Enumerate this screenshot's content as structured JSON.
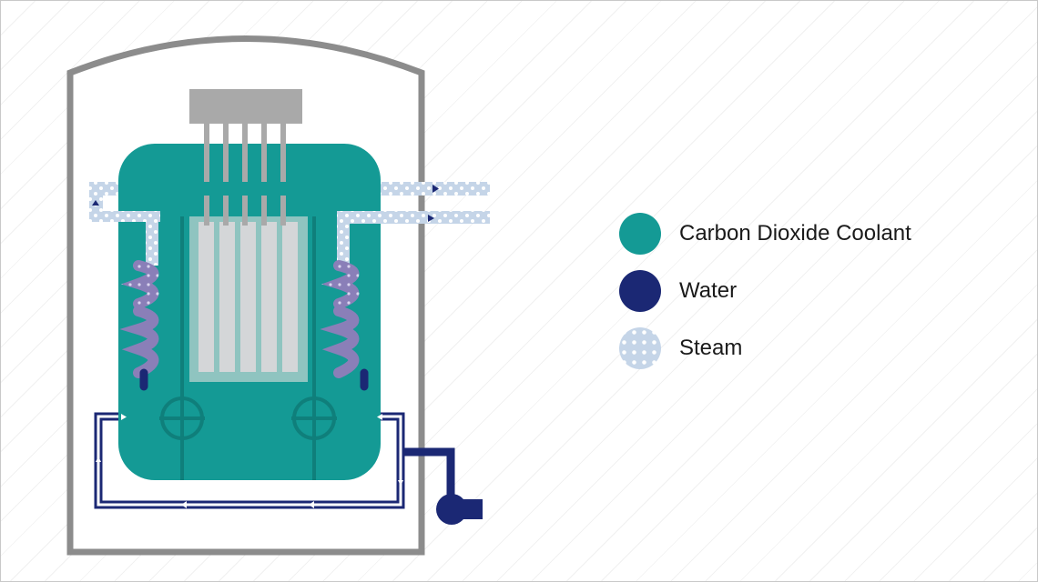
{
  "diagram": {
    "title": "Advanced gas-cooled reactor schematic",
    "colors": {
      "coolant": "#149a95",
      "water": "#1b2874",
      "steam": "#c5d5e8",
      "steam_coil": "#8a7fb8",
      "steam_dots": "#ffffff",
      "containment": "#8c8c8c",
      "fuel_core": "#d4d6d8",
      "control_rods": "#a9a9a9",
      "core_frame": "#8fc4c0",
      "background": "#ffffff"
    }
  },
  "legend": {
    "items": [
      {
        "label": "Carbon Dioxide Coolant",
        "color": "#149a95",
        "pattern": "solid"
      },
      {
        "label": "Water",
        "color": "#1b2874",
        "pattern": "solid"
      },
      {
        "label": "Steam",
        "color": "#c5d5e8",
        "pattern": "dotted"
      }
    ]
  }
}
